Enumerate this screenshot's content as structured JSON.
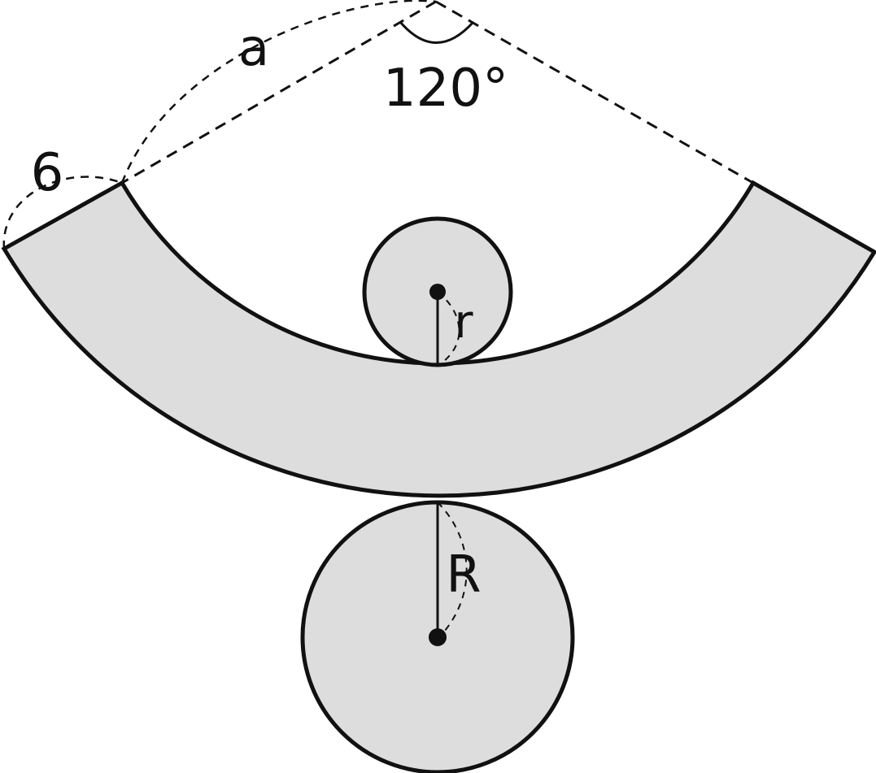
{
  "labels": {
    "slant_height": "a",
    "band_width": "6",
    "central_angle": "120°",
    "small_radius": "r",
    "large_radius": "R"
  },
  "colors": {
    "stroke": "#111111",
    "fill": "#dcdddc",
    "background": "#ffffff"
  }
}
